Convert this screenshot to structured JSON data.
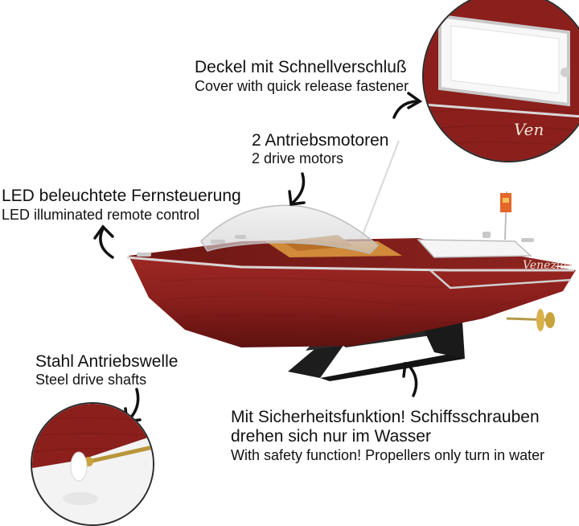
{
  "image": {
    "hull_color": "#8a1f1c",
    "deck_color": "#7a1a17",
    "chrome_color": "#c8c8c8",
    "stand_color": "#1a1a1a",
    "flag_color": "#e4672a",
    "hull_name": "Venezia",
    "cover_inset_name": "Ven"
  },
  "callouts": {
    "cover": {
      "de": "Deckel mit Schnellverschluß",
      "en": "Cover with quick release fastener"
    },
    "motors": {
      "de": "2 Antriebsmotoren",
      "en": "2 drive motors"
    },
    "remote": {
      "de": "LED beleuchtete Fernsteuerung",
      "en": "LED illuminated remote control"
    },
    "shafts": {
      "de": "Stahl Antriebswelle",
      "en": "Steel drive shafts"
    },
    "safety": {
      "de_line1": "Mit Sicherheitsfunktion! Schiffsschrauben",
      "de_line2": "drehen sich nur im Wasser",
      "en": "With safety function! Propellers only turn in water"
    }
  }
}
